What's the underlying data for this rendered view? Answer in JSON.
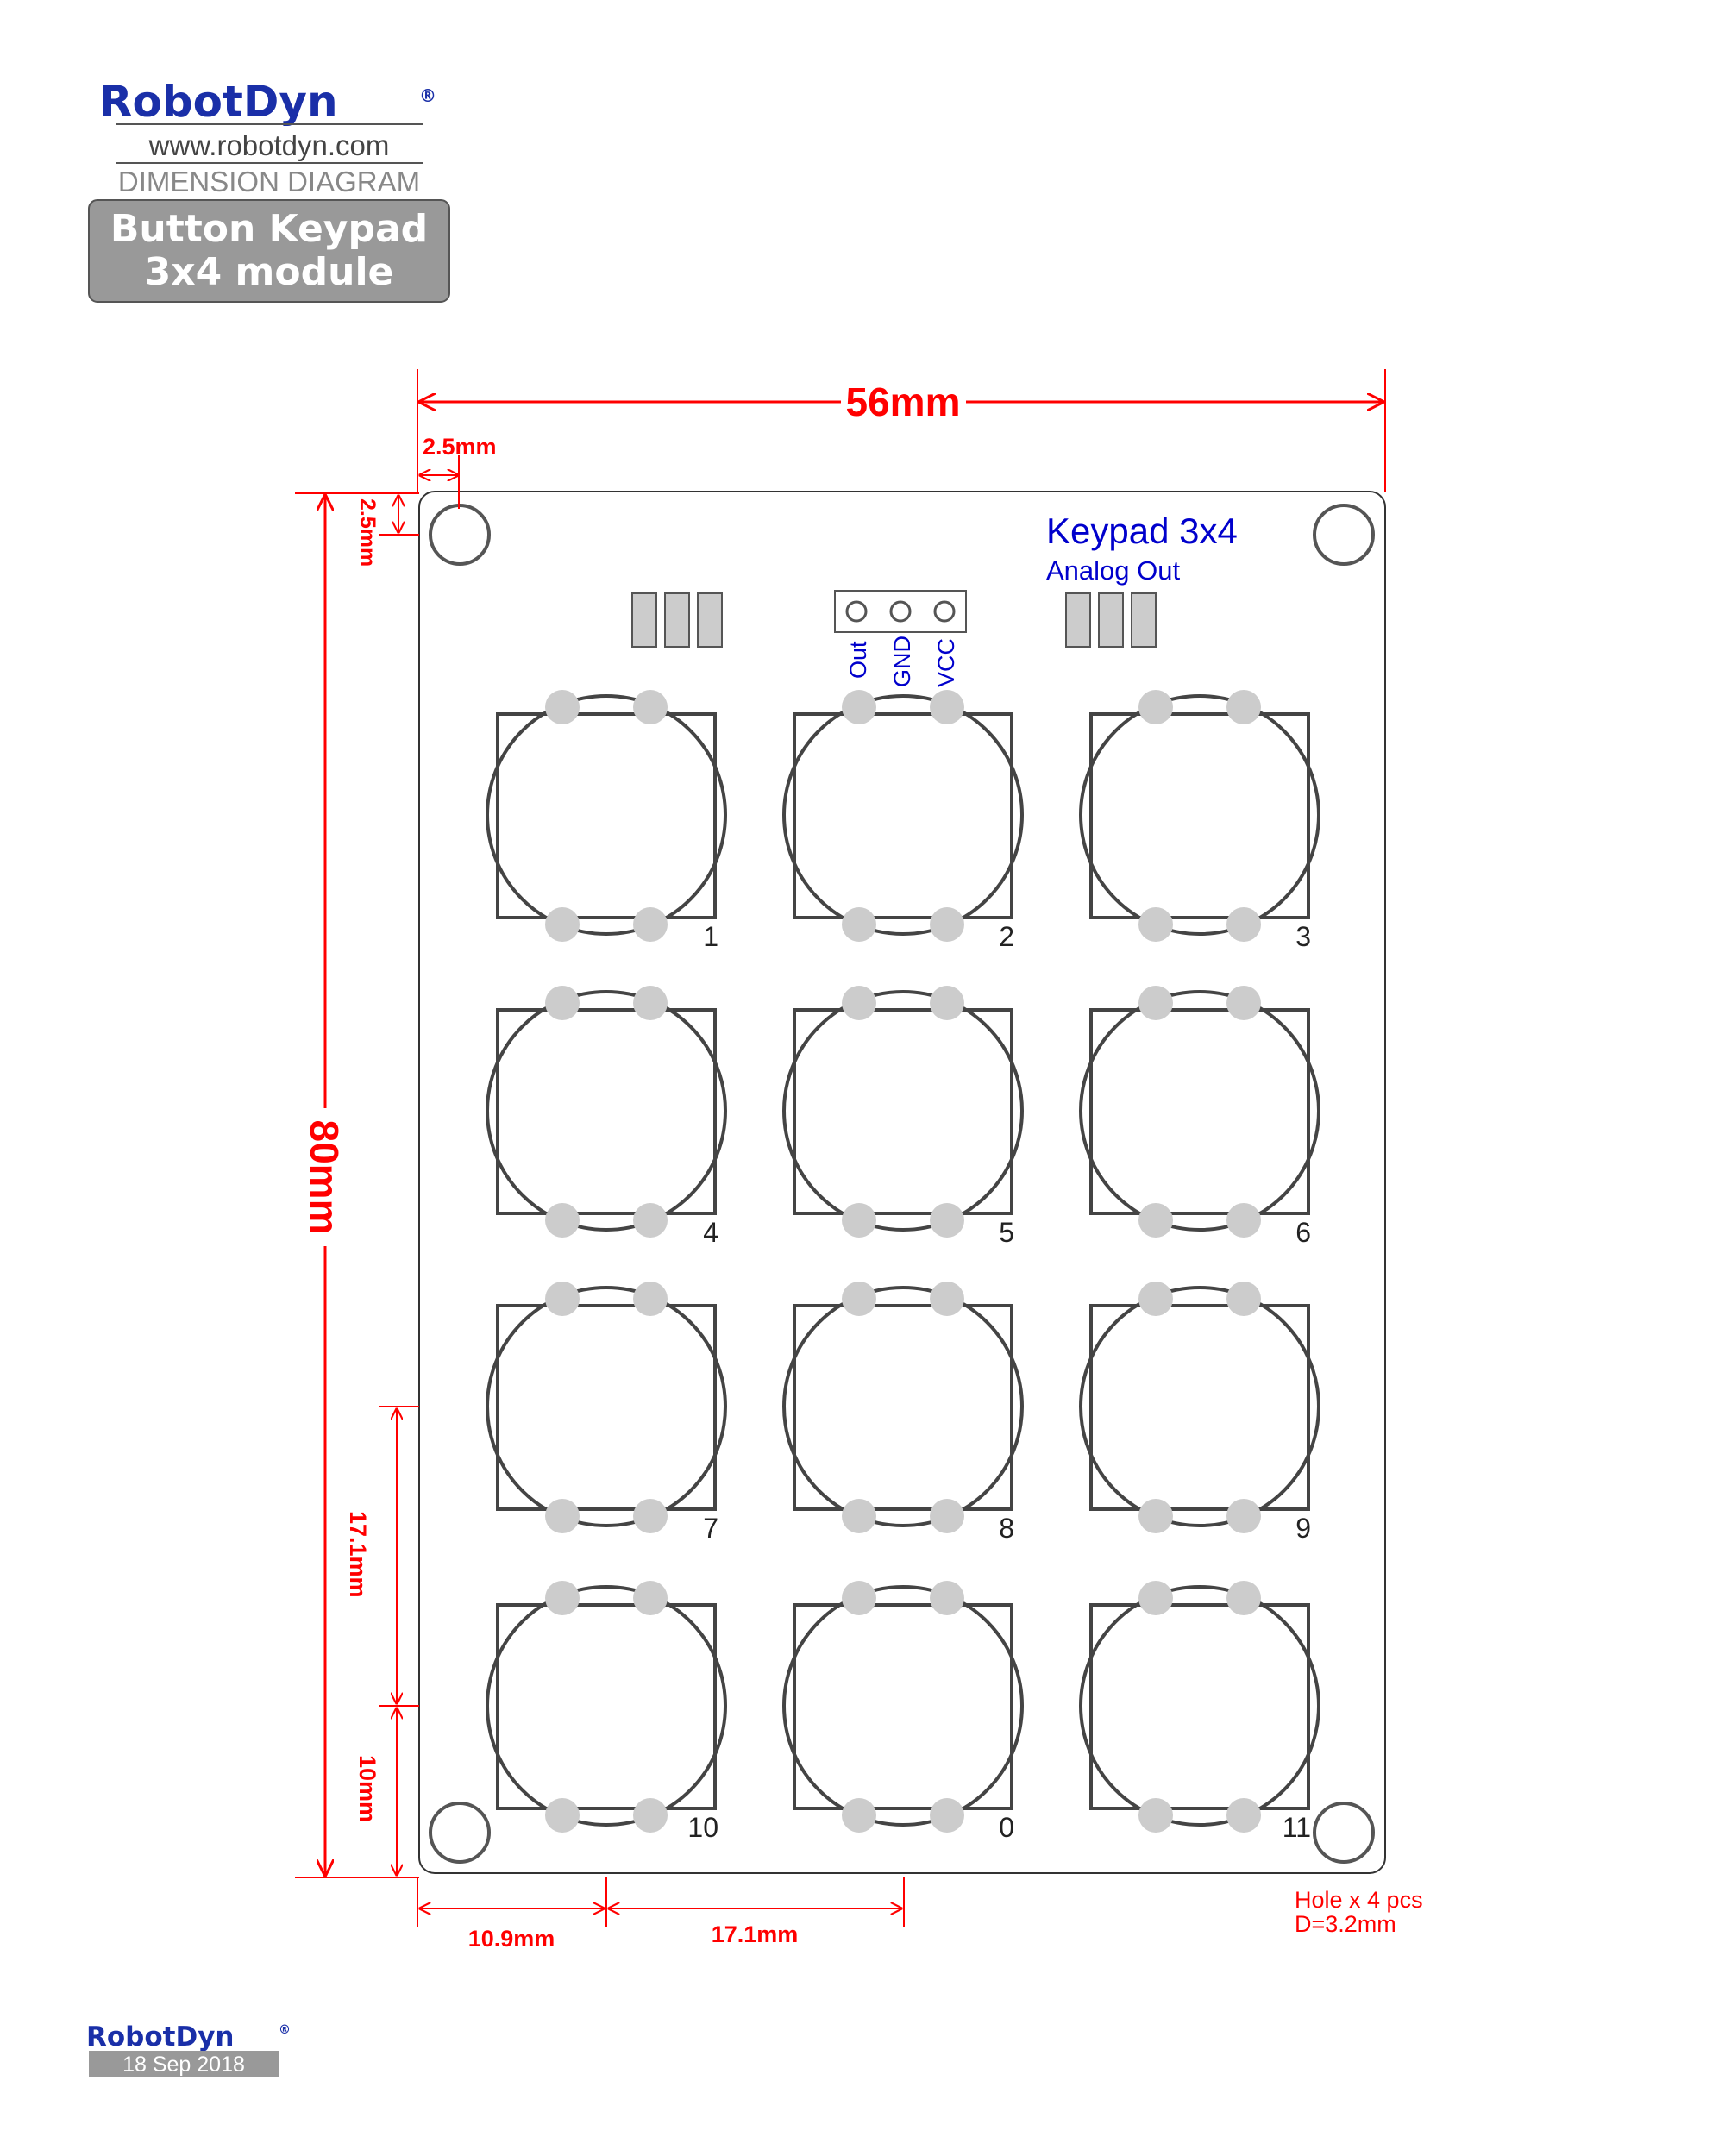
{
  "header": {
    "brand": "RobotDyn",
    "registered": "®",
    "website": "www.robotdyn.com",
    "diagram_type": "DIMENSION DIAGRAM",
    "title_line1": "Button Keypad",
    "title_line2": "3x4 module"
  },
  "board": {
    "title": "Keypad 3x4",
    "subtitle": "Analog Out",
    "pins": [
      "Out",
      "GND",
      "VCC"
    ],
    "keys": [
      "1",
      "2",
      "3",
      "4",
      "5",
      "6",
      "7",
      "8",
      "9",
      "10",
      "0",
      "11"
    ]
  },
  "dimensions": {
    "width": "56mm",
    "height": "80mm",
    "hole_offset_x": "2.5mm",
    "hole_offset_y": "2.5mm",
    "key_pitch_vertical": "17.1mm",
    "bottom_row_offset": "10mm",
    "first_column_offset": "10.9mm",
    "key_pitch_horizontal": "17.1mm",
    "holes_note_line1": "Hole x 4 pcs",
    "holes_note_line2": "D=3.2mm"
  },
  "footer": {
    "brand": "RobotDyn",
    "registered": "®",
    "date": "18 Sep 2018"
  },
  "colors": {
    "dimension": "#ff0000",
    "brand": "#1a2fa8",
    "label_blue": "#0000cc",
    "pad": "#cccccc",
    "outline": "#444444"
  }
}
